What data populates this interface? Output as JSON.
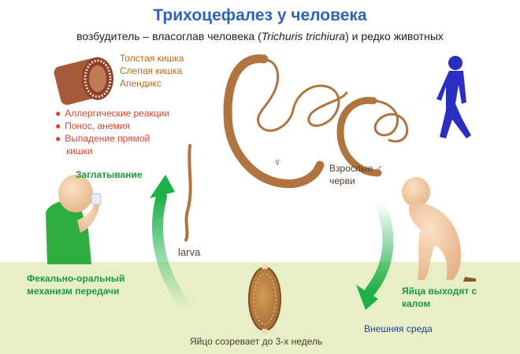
{
  "title": "Трихоцефалез у человека",
  "subtitle": {
    "prefix": "возбудитель – власоглав человека (",
    "latin": "Trichuris trichiura",
    "suffix": ") и редко животных"
  },
  "organs": [
    "Толстая кишка",
    "Слепая кишка",
    "Апендикс"
  ],
  "symptoms": [
    "Аллергические реакции",
    "Понос, анемия",
    "Выпадение прямой",
    "кишки"
  ],
  "labels": {
    "swallowing": "Заглатывание",
    "adults_line1": "Взрослые",
    "male_symbol": "♂",
    "adults_line2": "черви",
    "female_symbol": "♀",
    "larva": "larva",
    "fecal_oral_line1": "Фекально-оральный",
    "fecal_oral_line2": "механизм передачи",
    "eggs_out_line1": "Яйца выходят с",
    "eggs_out_line2": "калом",
    "environment": "Внешняя среда",
    "egg_matures": "Яйцо созревает до 3-х недель"
  },
  "icons": {
    "intestine": "intestine-tube-icon",
    "walking_person": "walking-person-silhouette-icon",
    "drinking_person": "drinking-person-icon",
    "squatting_person": "squatting-person-icon"
  },
  "colors": {
    "title": "#2f63b6",
    "worm": "#b07440",
    "arrow_green": "#1db14a",
    "ground": "#e8efc8",
    "organ_text": "#b86a1a",
    "symptom_text": "#d9432b"
  }
}
